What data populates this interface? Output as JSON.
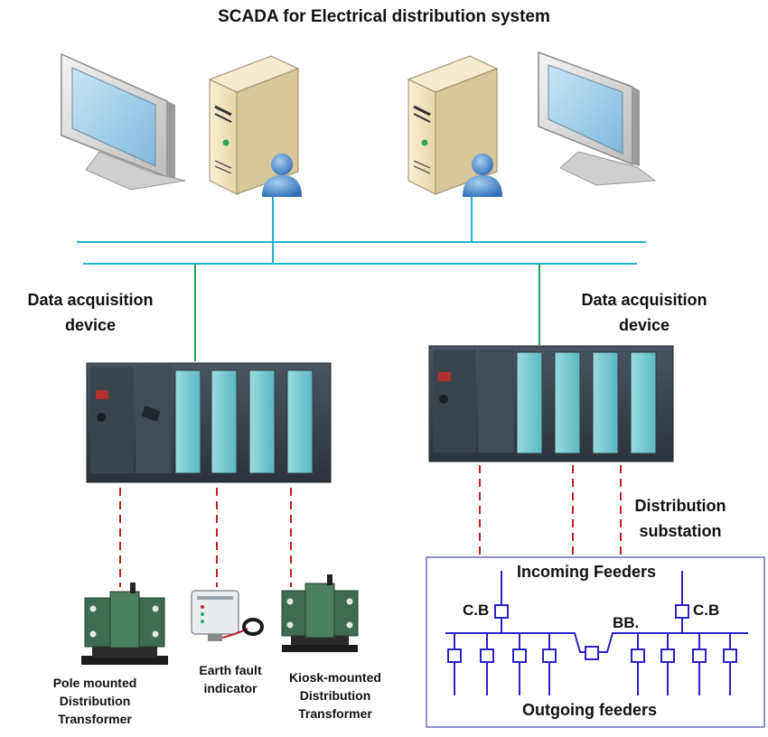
{
  "title": "SCADA for Electrical distribution system",
  "acquisition_devices": [
    {
      "label_lines": [
        "Data acquisition",
        "device"
      ]
    },
    {
      "label_lines": [
        "Data acquisition",
        "device"
      ]
    }
  ],
  "field_devices": [
    {
      "label_lines": [
        "Pole mounted",
        "Distribution",
        "Transformer"
      ]
    },
    {
      "label_lines": [
        "Earth fault",
        "indicator"
      ]
    },
    {
      "label_lines": [
        "Kiosk-mounted",
        "Distribution",
        "Transformer"
      ]
    }
  ],
  "substation": {
    "label_lines": [
      "Distribution",
      "substation"
    ],
    "incoming_label": "Incoming Feeders",
    "outgoing_label": "Outgoing feeders",
    "cb_label": "C.B",
    "bb_label": "BB."
  },
  "colors": {
    "network": "#1fb3cf",
    "uplink": "#22a35a",
    "field_link": "#c02020",
    "substation": "#2a22c8"
  }
}
